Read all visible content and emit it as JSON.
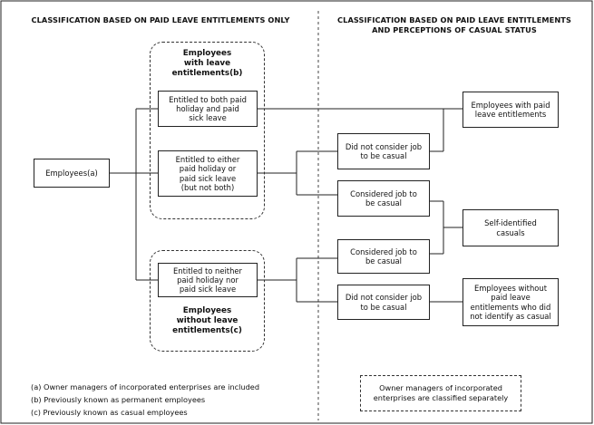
{
  "headings": {
    "left": "CLASSIFICATION BASED ON PAID LEAVE ENTITLEMENTS ONLY",
    "right": "CLASSIFICATION BASED ON PAID LEAVE ENTITLEMENTS\nAND PERCEPTIONS OF CASUAL STATUS"
  },
  "groups": {
    "with_leave": "Employees\nwith leave\nentitlements(b)",
    "without_leave": "Employees\nwithout leave\nentitlements(c)"
  },
  "boxes": {
    "employees": "Employees(a)",
    "both": "Entitled to both paid\nholiday and paid\nsick leave",
    "either": "Entitled to either\npaid holiday or\npaid sick leave\n(but not both)",
    "neither": "Entitled to neither\npaid holiday nor\npaid sick leave",
    "did_not_1": "Did not consider job\nto be casual",
    "considered_1": "Considered job to\nbe casual",
    "considered_2": "Considered job to\nbe casual",
    "did_not_2": "Did not consider job\nto be casual",
    "emp_paid": "Employees with paid\nleave entitlements",
    "self_id": "Self-identified\ncasuals",
    "emp_without": "Employees without\npaid leave\nentitlements who did\nnot identify as casual"
  },
  "owner_note": "Owner managers of incorporated\nenterprises are classified separately",
  "footnotes": [
    "(a) Owner managers of incorporated enterprises are included",
    "(b) Previously known as permanent employees",
    "(c) Previously known as casual employees"
  ]
}
